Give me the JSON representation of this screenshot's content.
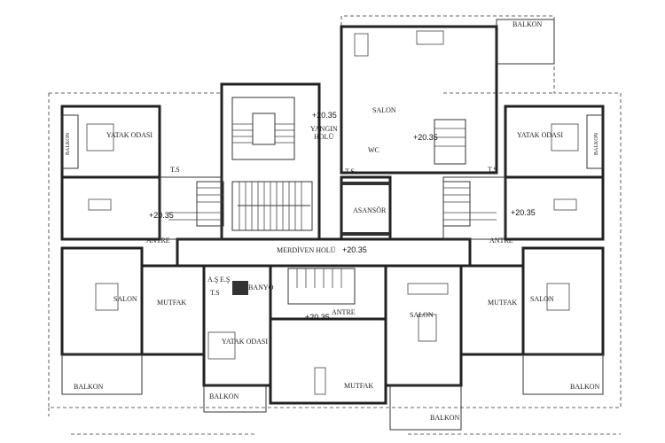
{
  "plan": {
    "rooms": {
      "balkon": "BALKON",
      "salon": "SALON",
      "yatak_odasi": "YATAK ODASI",
      "yangin_holu_1": "YANGIN",
      "yangin_holu_2": "HOLÜ",
      "wc": "WC",
      "asansor": "ASANSÖR",
      "antre": "ANTRE",
      "merdiven_holu": "MERDİVEN HOLÜ",
      "mutfak": "MUTFAK",
      "banyo": "BANYO",
      "as": "A.Ş",
      "es": "E.Ş",
      "ts": "T.S"
    },
    "level": "+20.35"
  }
}
